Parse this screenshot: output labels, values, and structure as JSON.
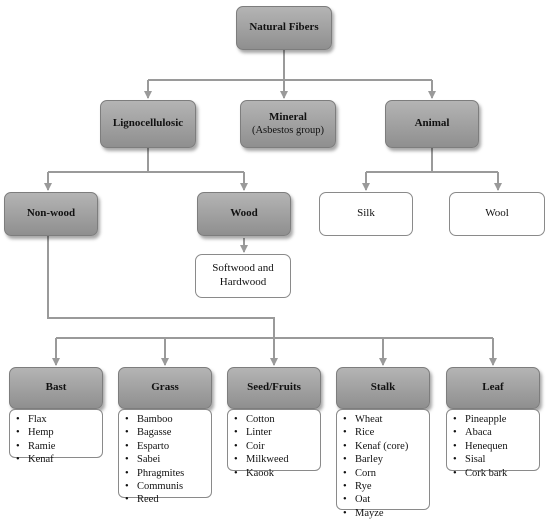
{
  "root": {
    "label": "Natural Fibers"
  },
  "lignocellulosic": {
    "label": "Lignocellulosic"
  },
  "mineral": {
    "label": "Mineral",
    "sublabel": "(Asbestos group)"
  },
  "animal": {
    "label": "Animal",
    "children": [
      "Silk",
      "Wool"
    ]
  },
  "nonwood": {
    "label": "Non-wood"
  },
  "wood": {
    "label": "Wood",
    "child_line1": "Softwood and",
    "child_line2": "Hardwood"
  },
  "categories": [
    {
      "label": "Bast",
      "items": [
        "Flax",
        "Hemp",
        "Ramie",
        "Kenaf"
      ]
    },
    {
      "label": "Grass",
      "items": [
        "Bamboo",
        "Bagasse",
        "Esparto",
        "Sabei",
        "Phragmites",
        "Communis",
        "Reed"
      ]
    },
    {
      "label": "Seed/Fruits",
      "items": [
        "Cotton",
        "Linter",
        "Coir",
        "Milkweed",
        "Kaook"
      ]
    },
    {
      "label": "Stalk",
      "items": [
        "Wheat",
        "Rice",
        "Kenaf (core)",
        "Barley",
        "Corn",
        "Rye",
        "Oat",
        "Mayze"
      ]
    },
    {
      "label": "Leaf",
      "items": [
        "Pineapple",
        "Abaca",
        "Henequen",
        "Sisal",
        "Cork bark"
      ]
    }
  ],
  "colors": {
    "node_fill": "#a3a3a3",
    "connector": "#9a9a9a",
    "border": "#8a8a8a"
  }
}
